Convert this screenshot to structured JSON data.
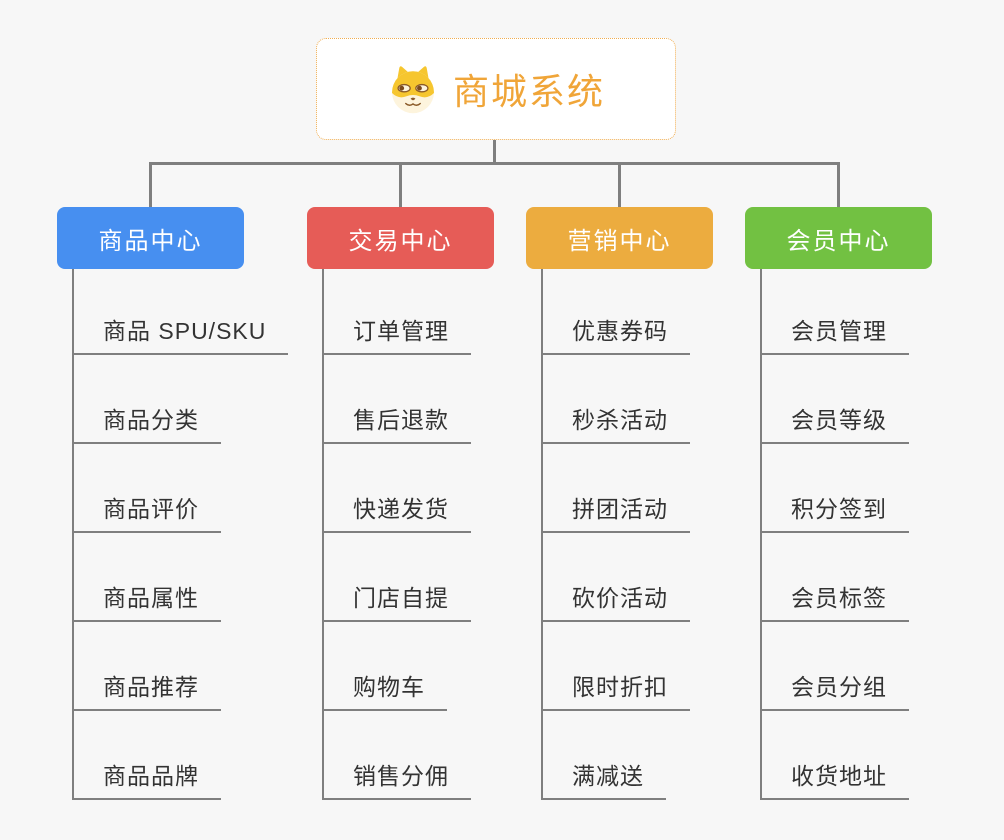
{
  "root": {
    "title": "商城系统",
    "icon": "dog-face-icon",
    "accent_color": "#f0a538",
    "border_color": "#f0ae52",
    "background": "#ffffff"
  },
  "connector_color": "#7f7f7f",
  "canvas_background": "#f7f7f7",
  "branches": [
    {
      "label": "商品中心",
      "color": "#478ff0",
      "children": [
        "商品 SPU/SKU",
        "商品分类",
        "商品评价",
        "商品属性",
        "商品推荐",
        "商品品牌"
      ]
    },
    {
      "label": "交易中心",
      "color": "#e65c57",
      "children": [
        "订单管理",
        "售后退款",
        "快递发货",
        "门店自提",
        "购物车",
        "销售分佣"
      ]
    },
    {
      "label": "营销中心",
      "color": "#ecac3f",
      "children": [
        "优惠券码",
        "秒杀活动",
        "拼团活动",
        "砍价活动",
        "限时折扣",
        "满减送"
      ]
    },
    {
      "label": "会员中心",
      "color": "#72c142",
      "children": [
        "会员管理",
        "会员等级",
        "积分签到",
        "会员标签",
        "会员分组",
        "收货地址"
      ]
    }
  ]
}
